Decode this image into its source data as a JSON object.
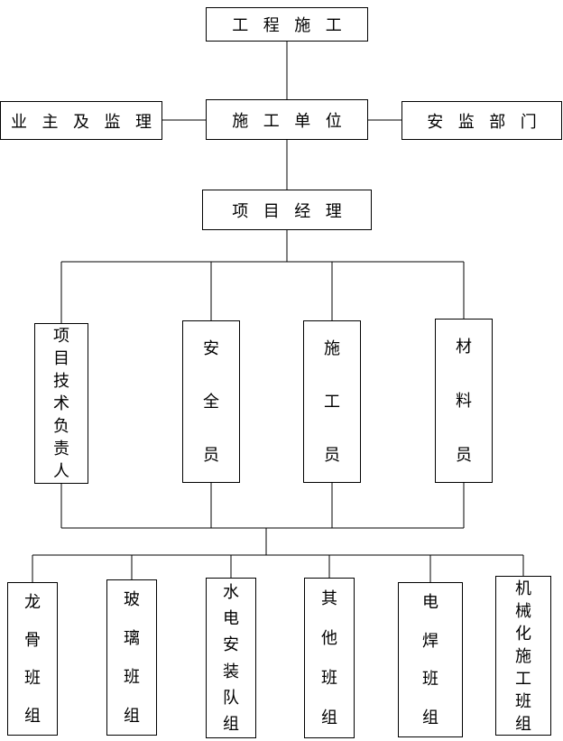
{
  "org_chart": {
    "root": {
      "label": "工 程 施 工"
    },
    "level2": [
      {
        "label": "业 主 及 监 理"
      },
      {
        "label": "施 工 单 位"
      },
      {
        "label": "安 监 部 门"
      }
    ],
    "manager": {
      "label": "项 目 经 理"
    },
    "staff": [
      {
        "label": "项目技术负责人"
      },
      {
        "label": "安全员"
      },
      {
        "label": "施工员"
      },
      {
        "label": "材料员"
      }
    ],
    "teams": [
      {
        "label": "龙骨班组"
      },
      {
        "label": "玻璃班组"
      },
      {
        "label": "水电安装队组"
      },
      {
        "label": "其他班组"
      },
      {
        "label": "电焊班组"
      },
      {
        "label": "机械化施工班组"
      }
    ]
  }
}
